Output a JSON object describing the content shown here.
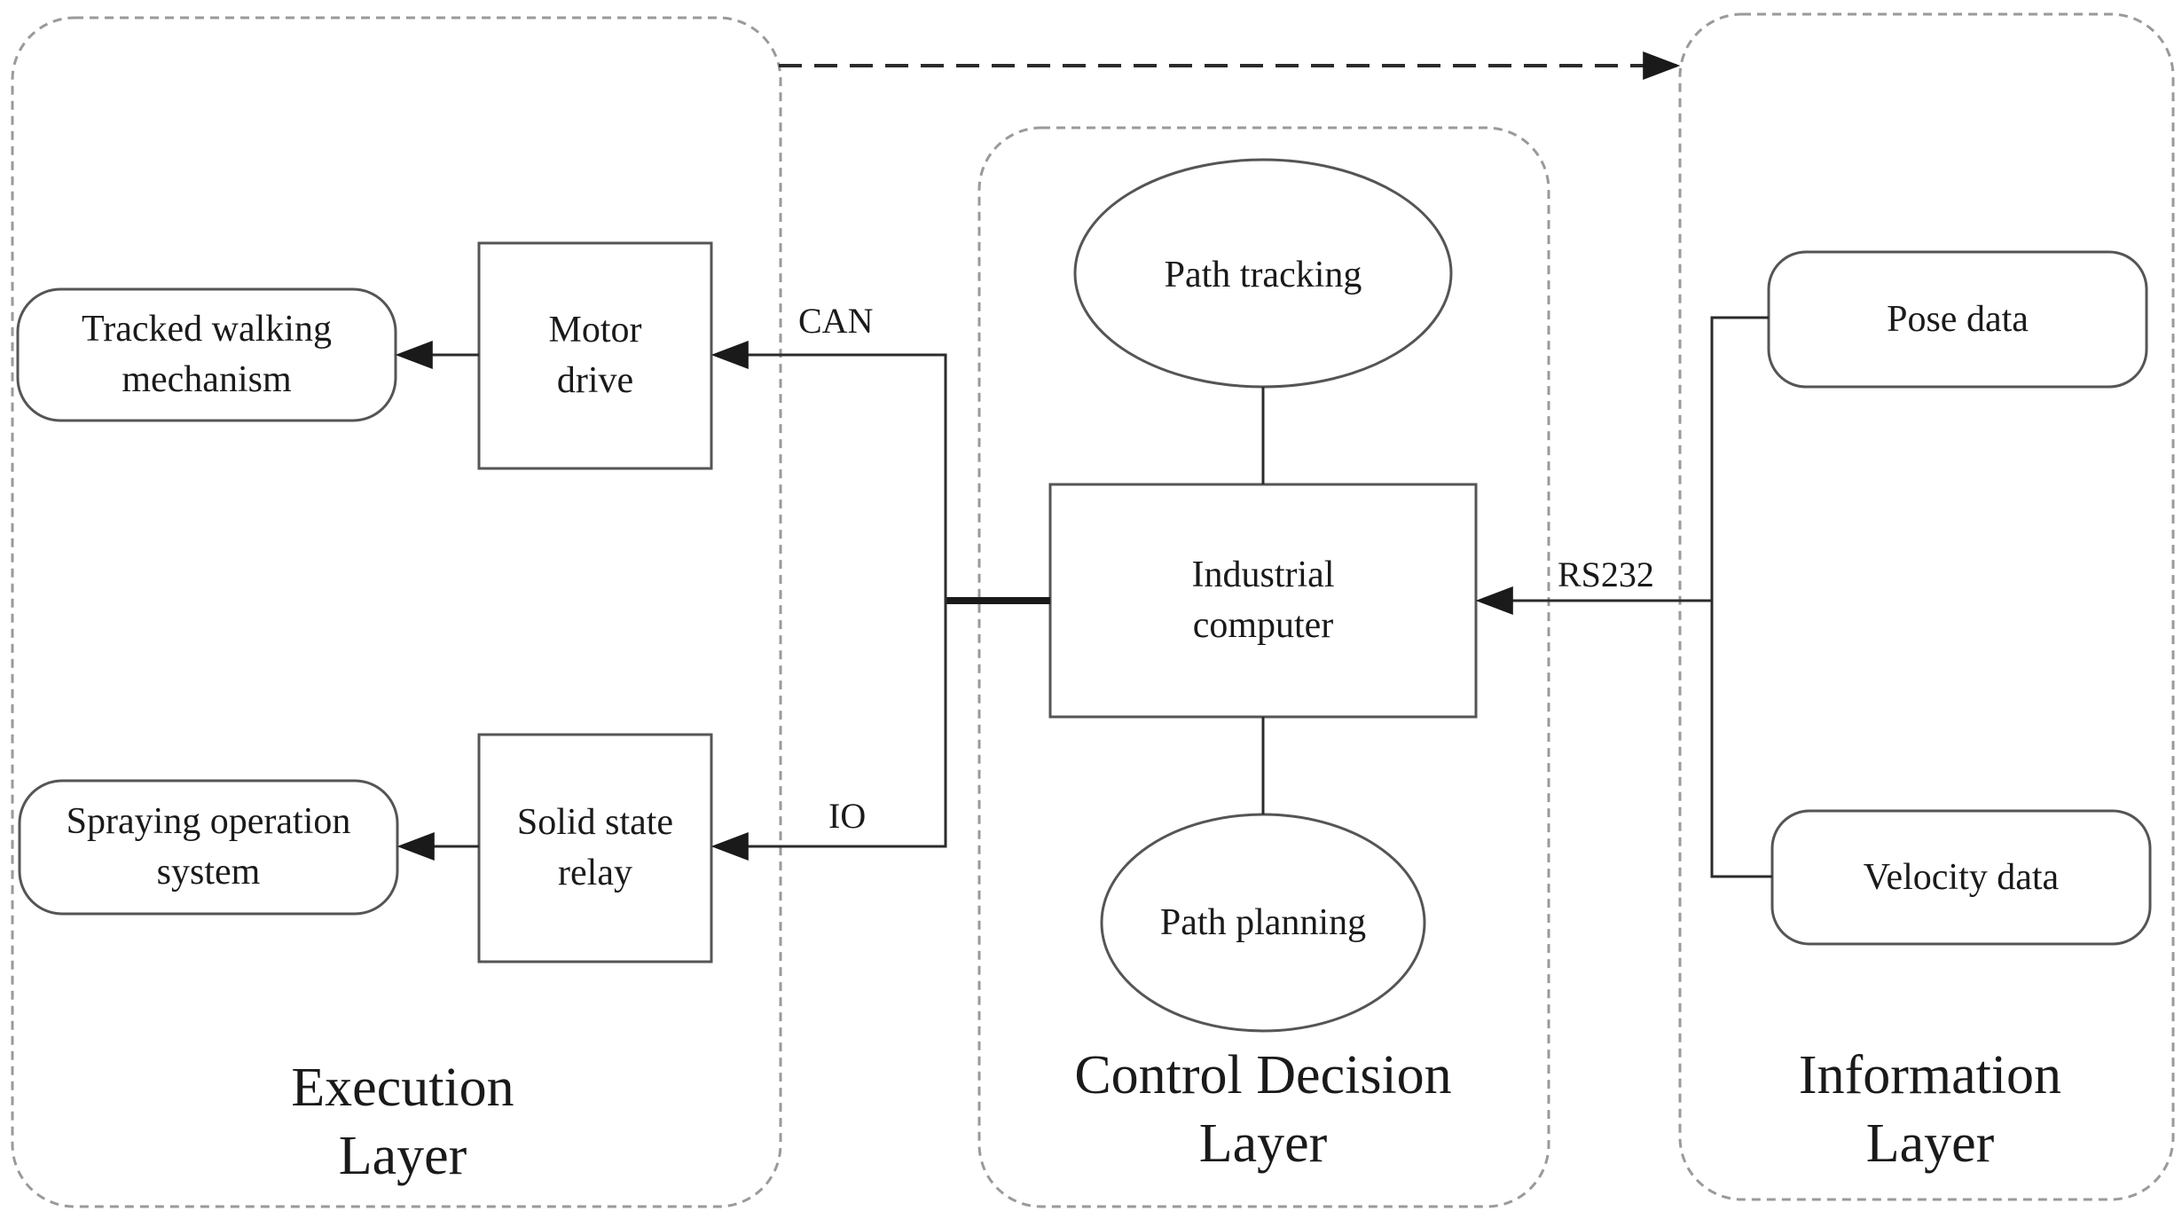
{
  "layers": {
    "execution": "Execution\nLayer",
    "control": "Control Decision\nLayer",
    "information": "Information\nLayer"
  },
  "nodes": {
    "tracked": "Tracked walking\nmechanism",
    "motor": "Motor\ndrive",
    "spraying": "Spraying operation\nsystem",
    "relay": "Solid state\nrelay",
    "path_tracking": "Path tracking",
    "industrial": "Industrial\ncomputer",
    "path_planning": "Path planning",
    "pose": "Pose data",
    "velocity": "Velocity data"
  },
  "connections": {
    "can": "CAN",
    "io": "IO",
    "rs232": "RS232"
  },
  "colors": {
    "line": "#2b2b2b",
    "dashed_border": "#9a9a9a",
    "box_border": "#555555",
    "text": "#1a1a1a"
  }
}
